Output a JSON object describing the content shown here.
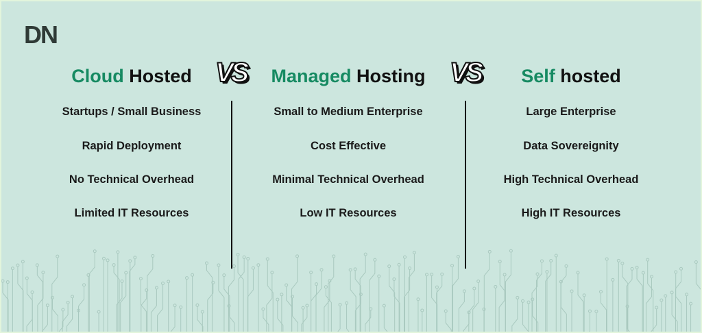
{
  "logo": {
    "text": "DN"
  },
  "vs_label": "VS",
  "columns": [
    {
      "title_accent": "Cloud",
      "title_rest": "Hosted",
      "items": [
        "Startups / Small Business",
        "Rapid Deployment",
        "No Technical Overhead",
        "Limited IT Resources"
      ]
    },
    {
      "title_accent": "Managed",
      "title_rest": "Hosting",
      "items": [
        "Small to Medium Enterprise",
        "Cost Effective",
        "Minimal Technical Overhead",
        "Low IT Resources"
      ]
    },
    {
      "title_accent": "Self",
      "title_rest": "hosted",
      "items": [
        "Large Enterprise",
        "Data Sovereignity",
        "High Technical Overhead",
        "High IT Resources"
      ]
    }
  ],
  "colors": {
    "accent": "#168a62",
    "background": "#cce6de",
    "circuit": "#a9c9bf"
  }
}
